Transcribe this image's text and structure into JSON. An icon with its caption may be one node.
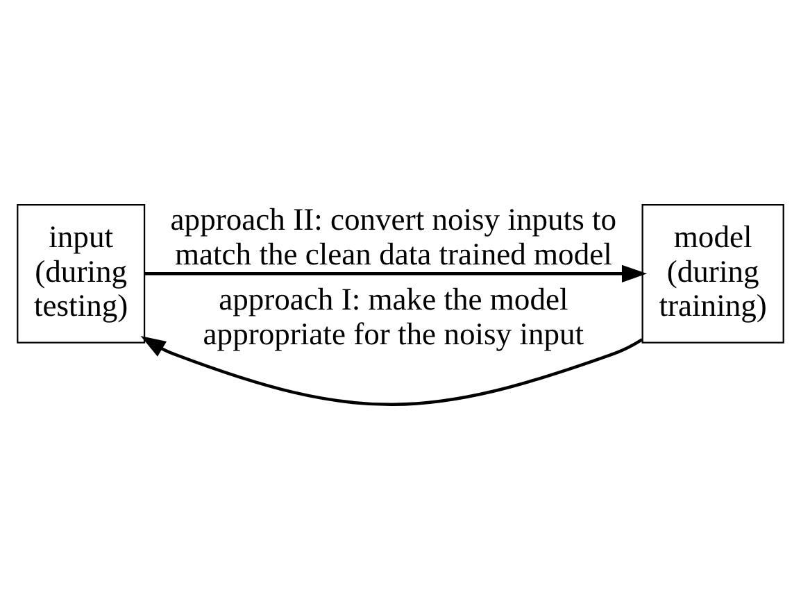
{
  "diagram": {
    "nodes": [
      {
        "text": [
          "input (during testing)"
        ]
      },
      {
        "text": [
          "model (during training)"
        ]
      }
    ],
    "edges": [
      {
        "from": 1,
        "to": 0,
        "arrow": "to",
        "label": "approach I: make the model appropriate for the noisy input"
      },
      {
        "from": 0,
        "to": 1,
        "arrow": "to",
        "label": "approach II: convert noisy inputs to match the clean data trained model"
      }
    ]
  }
}
